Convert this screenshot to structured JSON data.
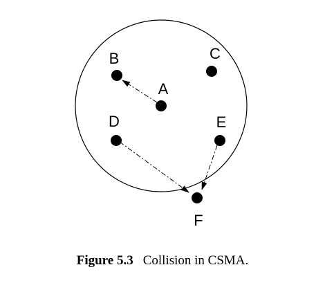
{
  "diagram": {
    "nodes": [
      {
        "id": "A",
        "label": "A"
      },
      {
        "id": "B",
        "label": "B"
      },
      {
        "id": "C",
        "label": "C"
      },
      {
        "id": "D",
        "label": "D"
      },
      {
        "id": "E",
        "label": "E"
      },
      {
        "id": "F",
        "label": "F"
      }
    ],
    "edges": [
      {
        "from": "A",
        "to": "B",
        "style": "dash-dot",
        "arrow": true
      },
      {
        "from": "D",
        "to": "F",
        "style": "dash-dot",
        "arrow": true
      },
      {
        "from": "E",
        "to": "F",
        "style": "dash-dot",
        "arrow": true
      }
    ],
    "range_circle_center": "A"
  },
  "caption": {
    "number": "Figure 5.3",
    "text": "Collision in CSMA."
  },
  "colors": {
    "ink": "#000000",
    "background": "#ffffff"
  }
}
